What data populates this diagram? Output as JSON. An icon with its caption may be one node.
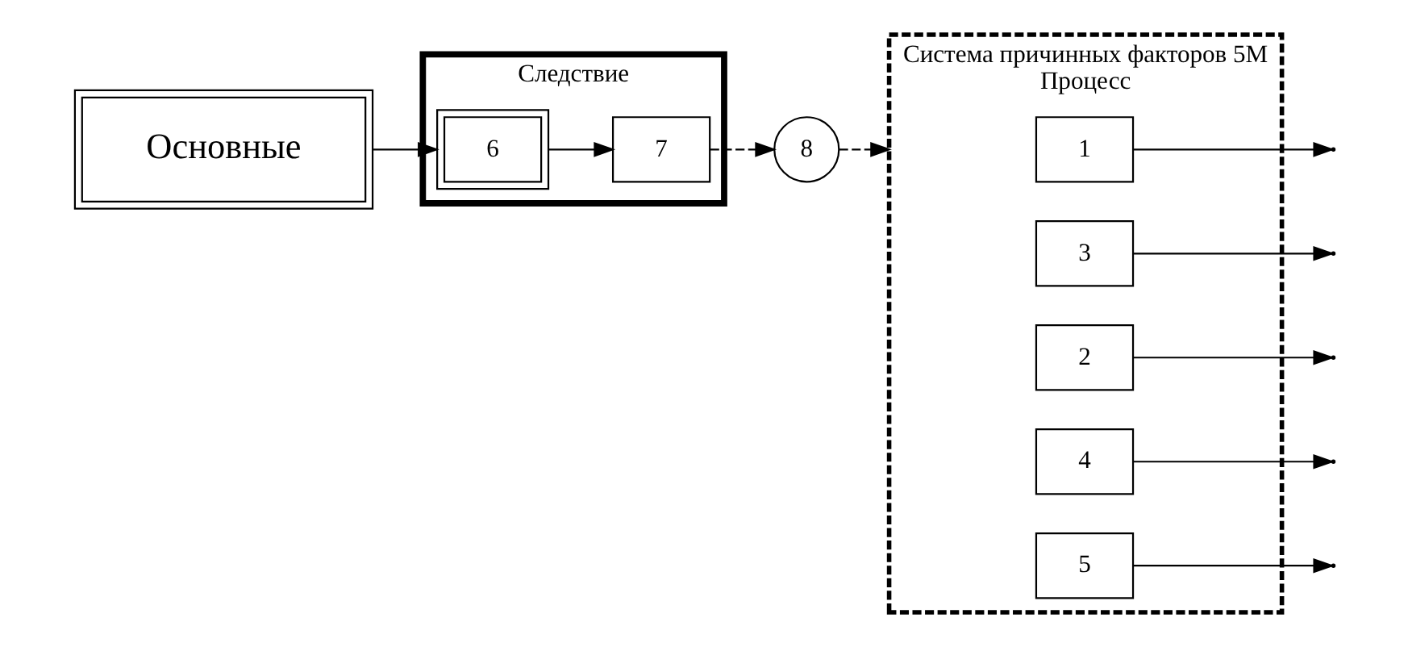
{
  "diagram": {
    "nodes": [
      {
        "text": [
          "Основные"
        ]
      },
      {
        "text": [
          "Система причинных факторов 5M",
          "Процесс"
        ]
      },
      {
        "text": [
          "1"
        ],
        "in": 1
      },
      {
        "text": [
          "3"
        ],
        "in": 1
      },
      {
        "text": [
          "2"
        ],
        "in": 1
      },
      {
        "text": [
          "4"
        ],
        "in": 1
      },
      {
        "text": [
          "5"
        ],
        "in": 1
      },
      {
        "text": [
          "Следствие"
        ]
      },
      {
        "text": [
          "6"
        ],
        "in": 7
      },
      {
        "text": [
          "7"
        ],
        "in": 7
      },
      {
        "text": [
          "8"
        ]
      }
    ],
    "edges": [
      {
        "from": 0,
        "to": 8,
        "arrow": "to"
      },
      {
        "from": 2,
        "to": null,
        "arrow": "to"
      },
      {
        "from": 3,
        "to": null,
        "arrow": "to"
      },
      {
        "from": 4,
        "to": null,
        "arrow": "to"
      },
      {
        "from": 5,
        "to": null,
        "arrow": "to"
      },
      {
        "from": 6,
        "to": null,
        "arrow": "to"
      },
      {
        "from": 8,
        "to": 9,
        "arrow": "to"
      },
      {
        "from": 9,
        "to": 10,
        "arrow": "to",
        "style": "dashed"
      },
      {
        "from": 10,
        "to": 1,
        "arrow": "to",
        "style": "dashed"
      }
    ]
  }
}
